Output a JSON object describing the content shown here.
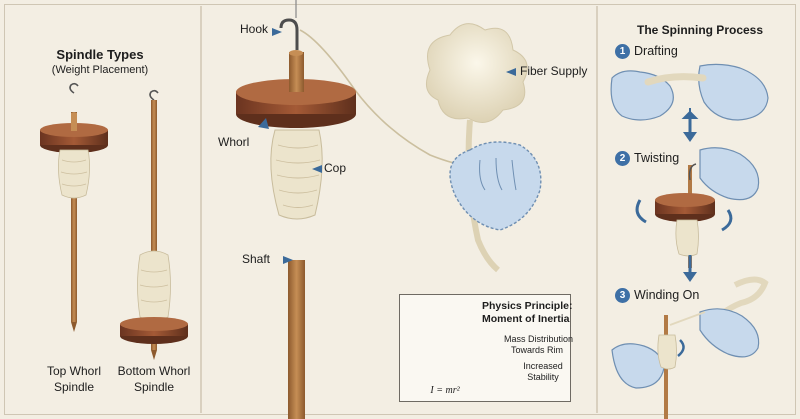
{
  "spindle_types": {
    "title": "Spindle Types",
    "subtitle": "(Weight Placement)",
    "top_whorl_label": [
      "Top Whorl",
      "Spindle"
    ],
    "bottom_whorl_label": [
      "Bottom Whorl",
      "Spindle"
    ]
  },
  "main_labels": {
    "hook": "Hook",
    "whorl": "Whorl",
    "cop": "Cop",
    "shaft": "Shaft",
    "fiber_supply": "Fiber Supply"
  },
  "physics": {
    "title_line1": "Physics Principle:",
    "title_line2": "Moment of Inertia",
    "mass_distribution": [
      "Mass Distribution",
      "Towards Rim"
    ],
    "increased_stability": [
      "Increased",
      "Stability"
    ],
    "formula": "I = mr²"
  },
  "process": {
    "title": "The Spinning Process",
    "steps": [
      {
        "number": "1",
        "label": "Drafting"
      },
      {
        "number": "2",
        "label": "Twisting"
      },
      {
        "number": "3",
        "label": "Winding On"
      }
    ]
  },
  "colors": {
    "wood": "#8a4a2e",
    "wood_dark": "#5e2f1c",
    "shaft": "#b27a45",
    "yarn": "#ece4cc",
    "hand": "#c7d9ec",
    "hand_outline": "#6f8fb2",
    "arrow_blue": "#3b6a9a",
    "badge_blue": "#3e70a6"
  }
}
